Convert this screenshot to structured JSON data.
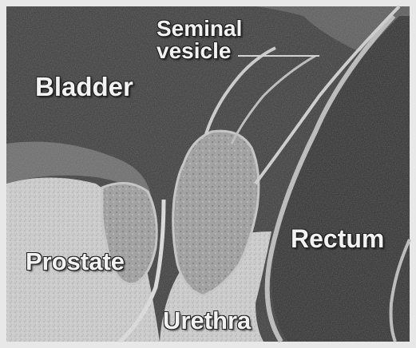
{
  "image": {
    "labels": {
      "seminal": "Seminal",
      "vesicle": "vesicle",
      "bladder": "Bladder",
      "rectum": "Rectum",
      "prostate": "Prostate",
      "urethra": "Urethra"
    },
    "colors": {
      "dark_background": "#3a3a3a",
      "light_tissue": "#d4d4d4",
      "rectum_fill": "#2f2f2f",
      "outline": "#bdbdbd",
      "label_text": "#f2f2f2"
    }
  }
}
